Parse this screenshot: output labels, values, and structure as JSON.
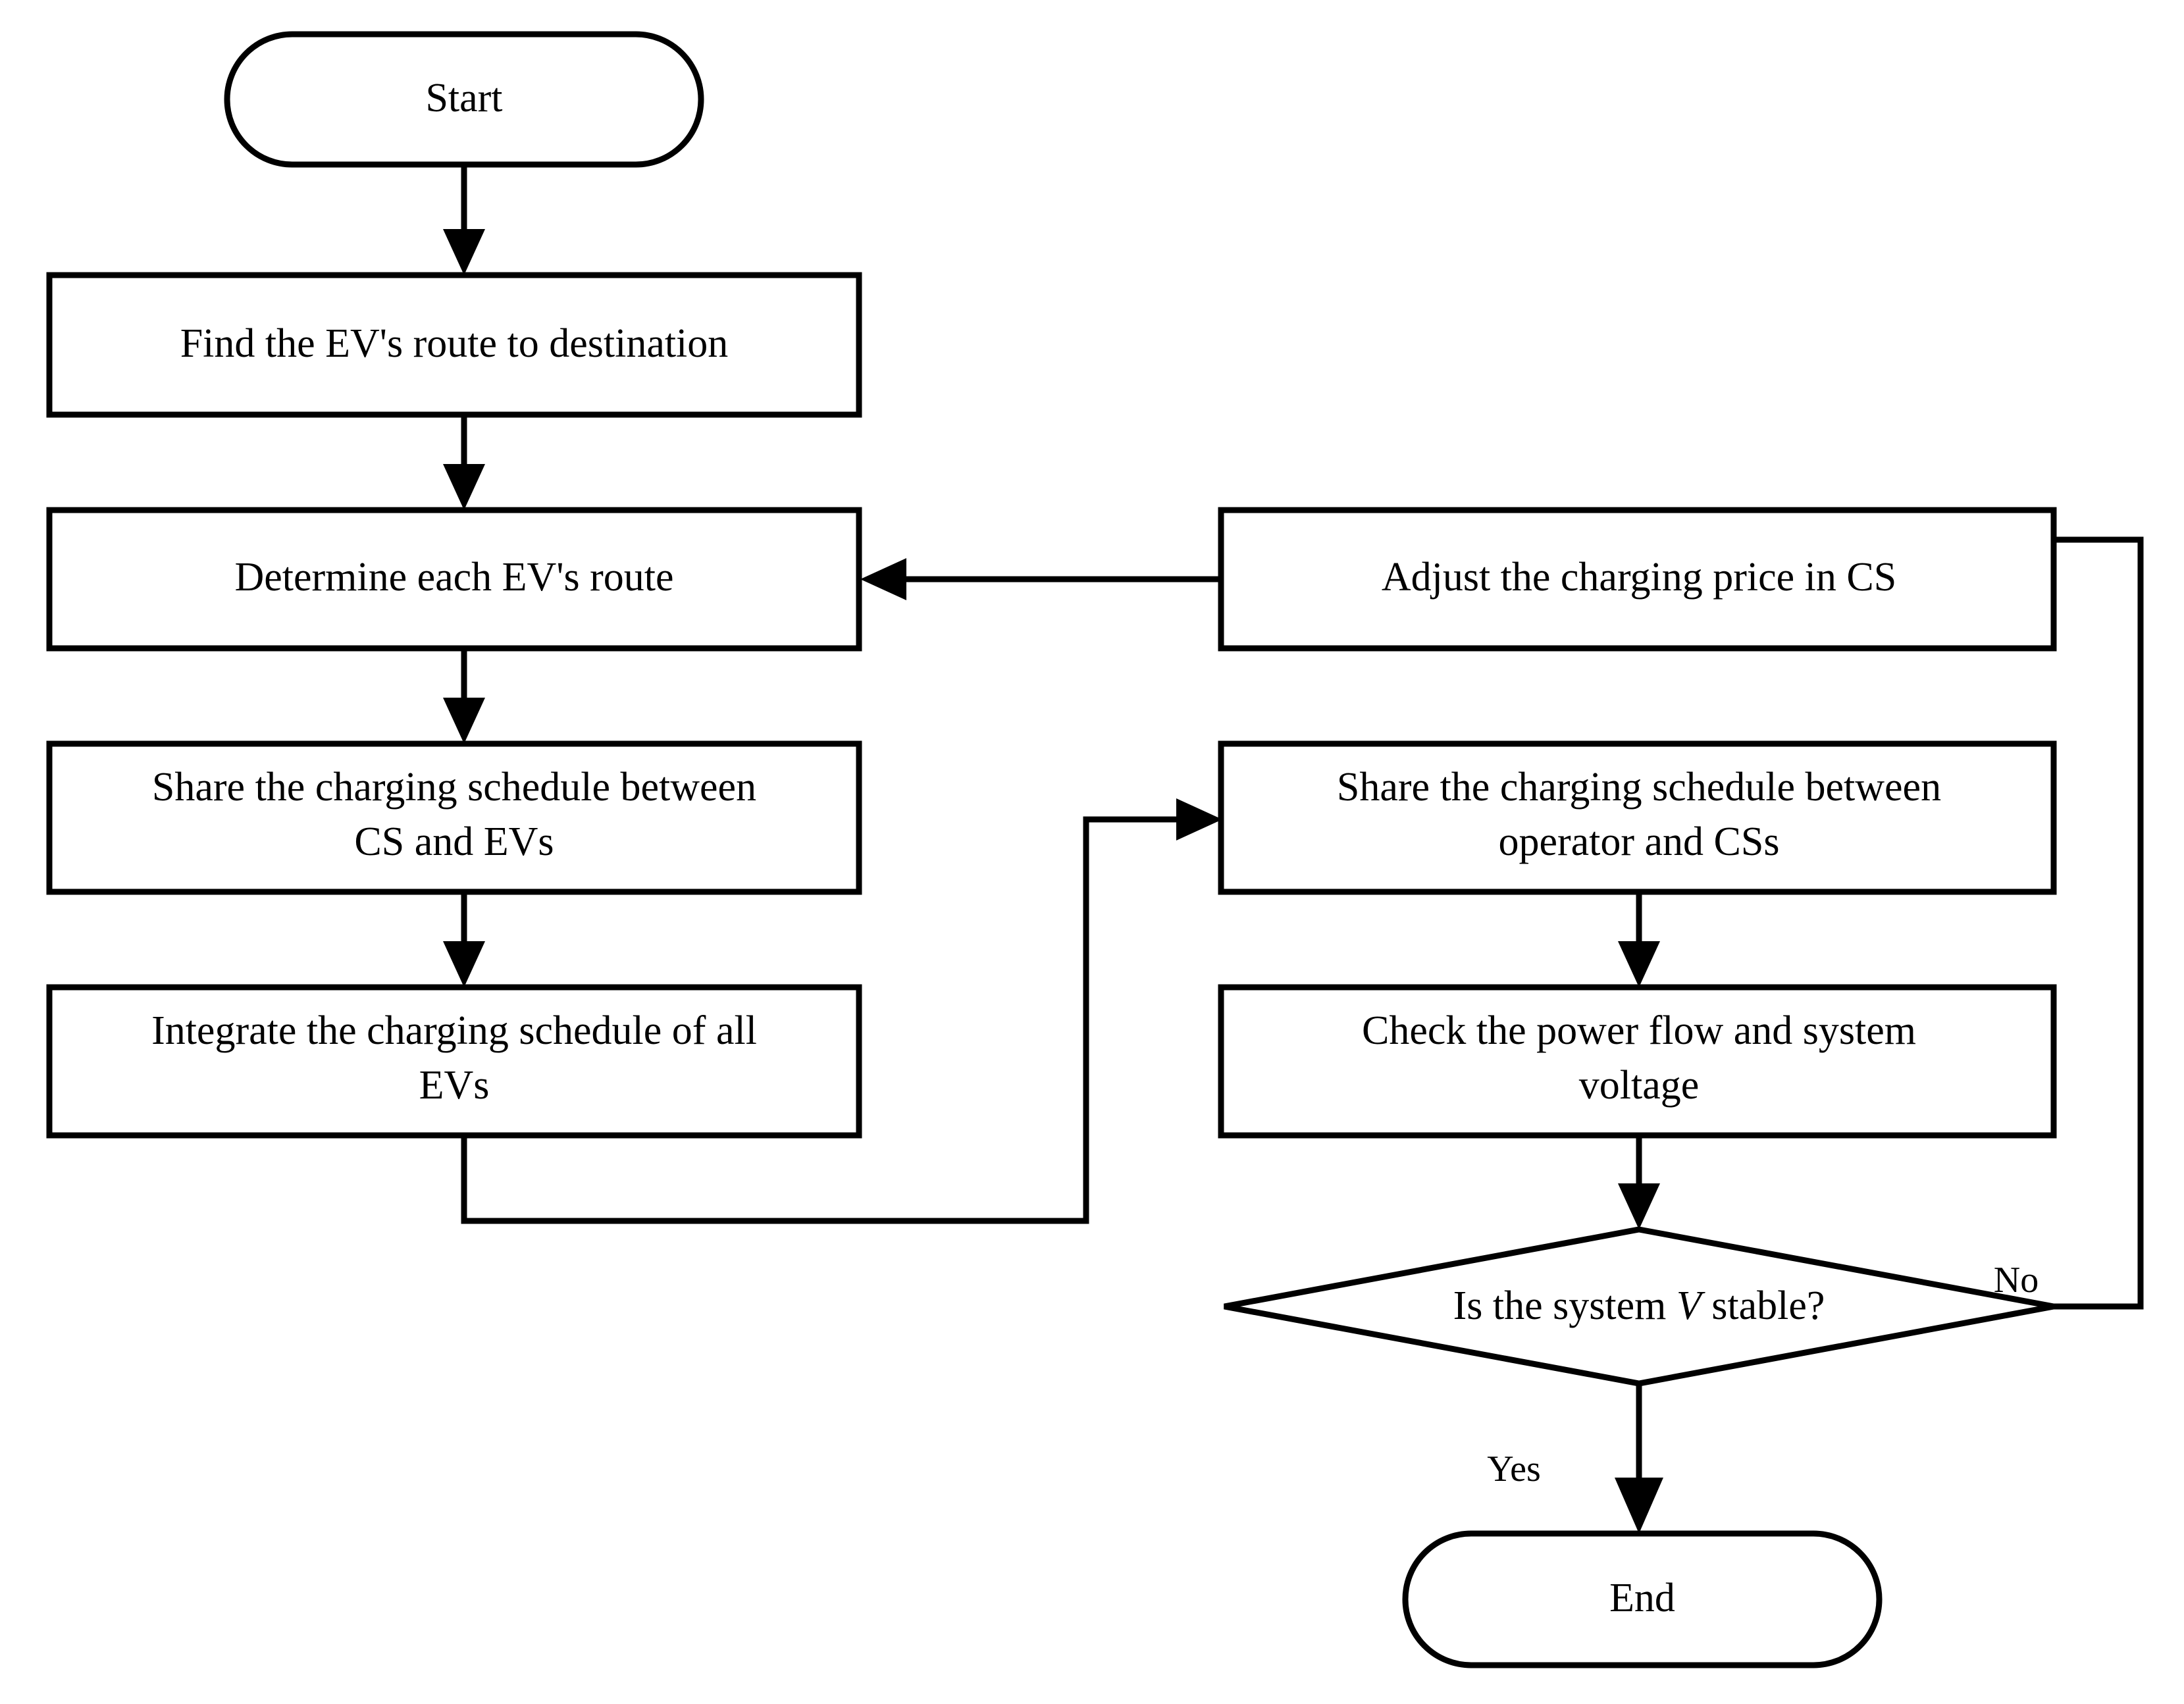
{
  "diagram": {
    "title": "EV charging scheduling and price adjustment flowchart",
    "background_color": "#ffffff",
    "line_color": "#000000",
    "text_color": "#000000",
    "nodes": {
      "start": {
        "label": "Start",
        "shape": "terminal"
      },
      "find_route": {
        "label": "Find the EV's route to destination",
        "shape": "process"
      },
      "determine_route": {
        "label": "Determine each EV's route",
        "shape": "process"
      },
      "share_cs_evs": {
        "line1": "Share the charging schedule between",
        "line2": "CS and EVs",
        "shape": "process"
      },
      "integrate": {
        "line1": "Integrate the charging schedule of all",
        "line2": "EVs",
        "shape": "process"
      },
      "adjust_price": {
        "label": "Adjust the charging price in CS",
        "shape": "process"
      },
      "share_operator_css": {
        "line1": "Share the charging schedule between",
        "line2": "operator and CSs",
        "shape": "process"
      },
      "check_power_flow": {
        "line1": "Check the power flow and system",
        "line2": "voltage",
        "shape": "process"
      },
      "decision": {
        "prefix": "Is the system ",
        "variable": "V",
        "suffix": " stable?",
        "shape": "decision"
      },
      "end": {
        "label": "End",
        "shape": "terminal"
      }
    },
    "edge_labels": {
      "no": "No",
      "yes": "Yes"
    }
  }
}
